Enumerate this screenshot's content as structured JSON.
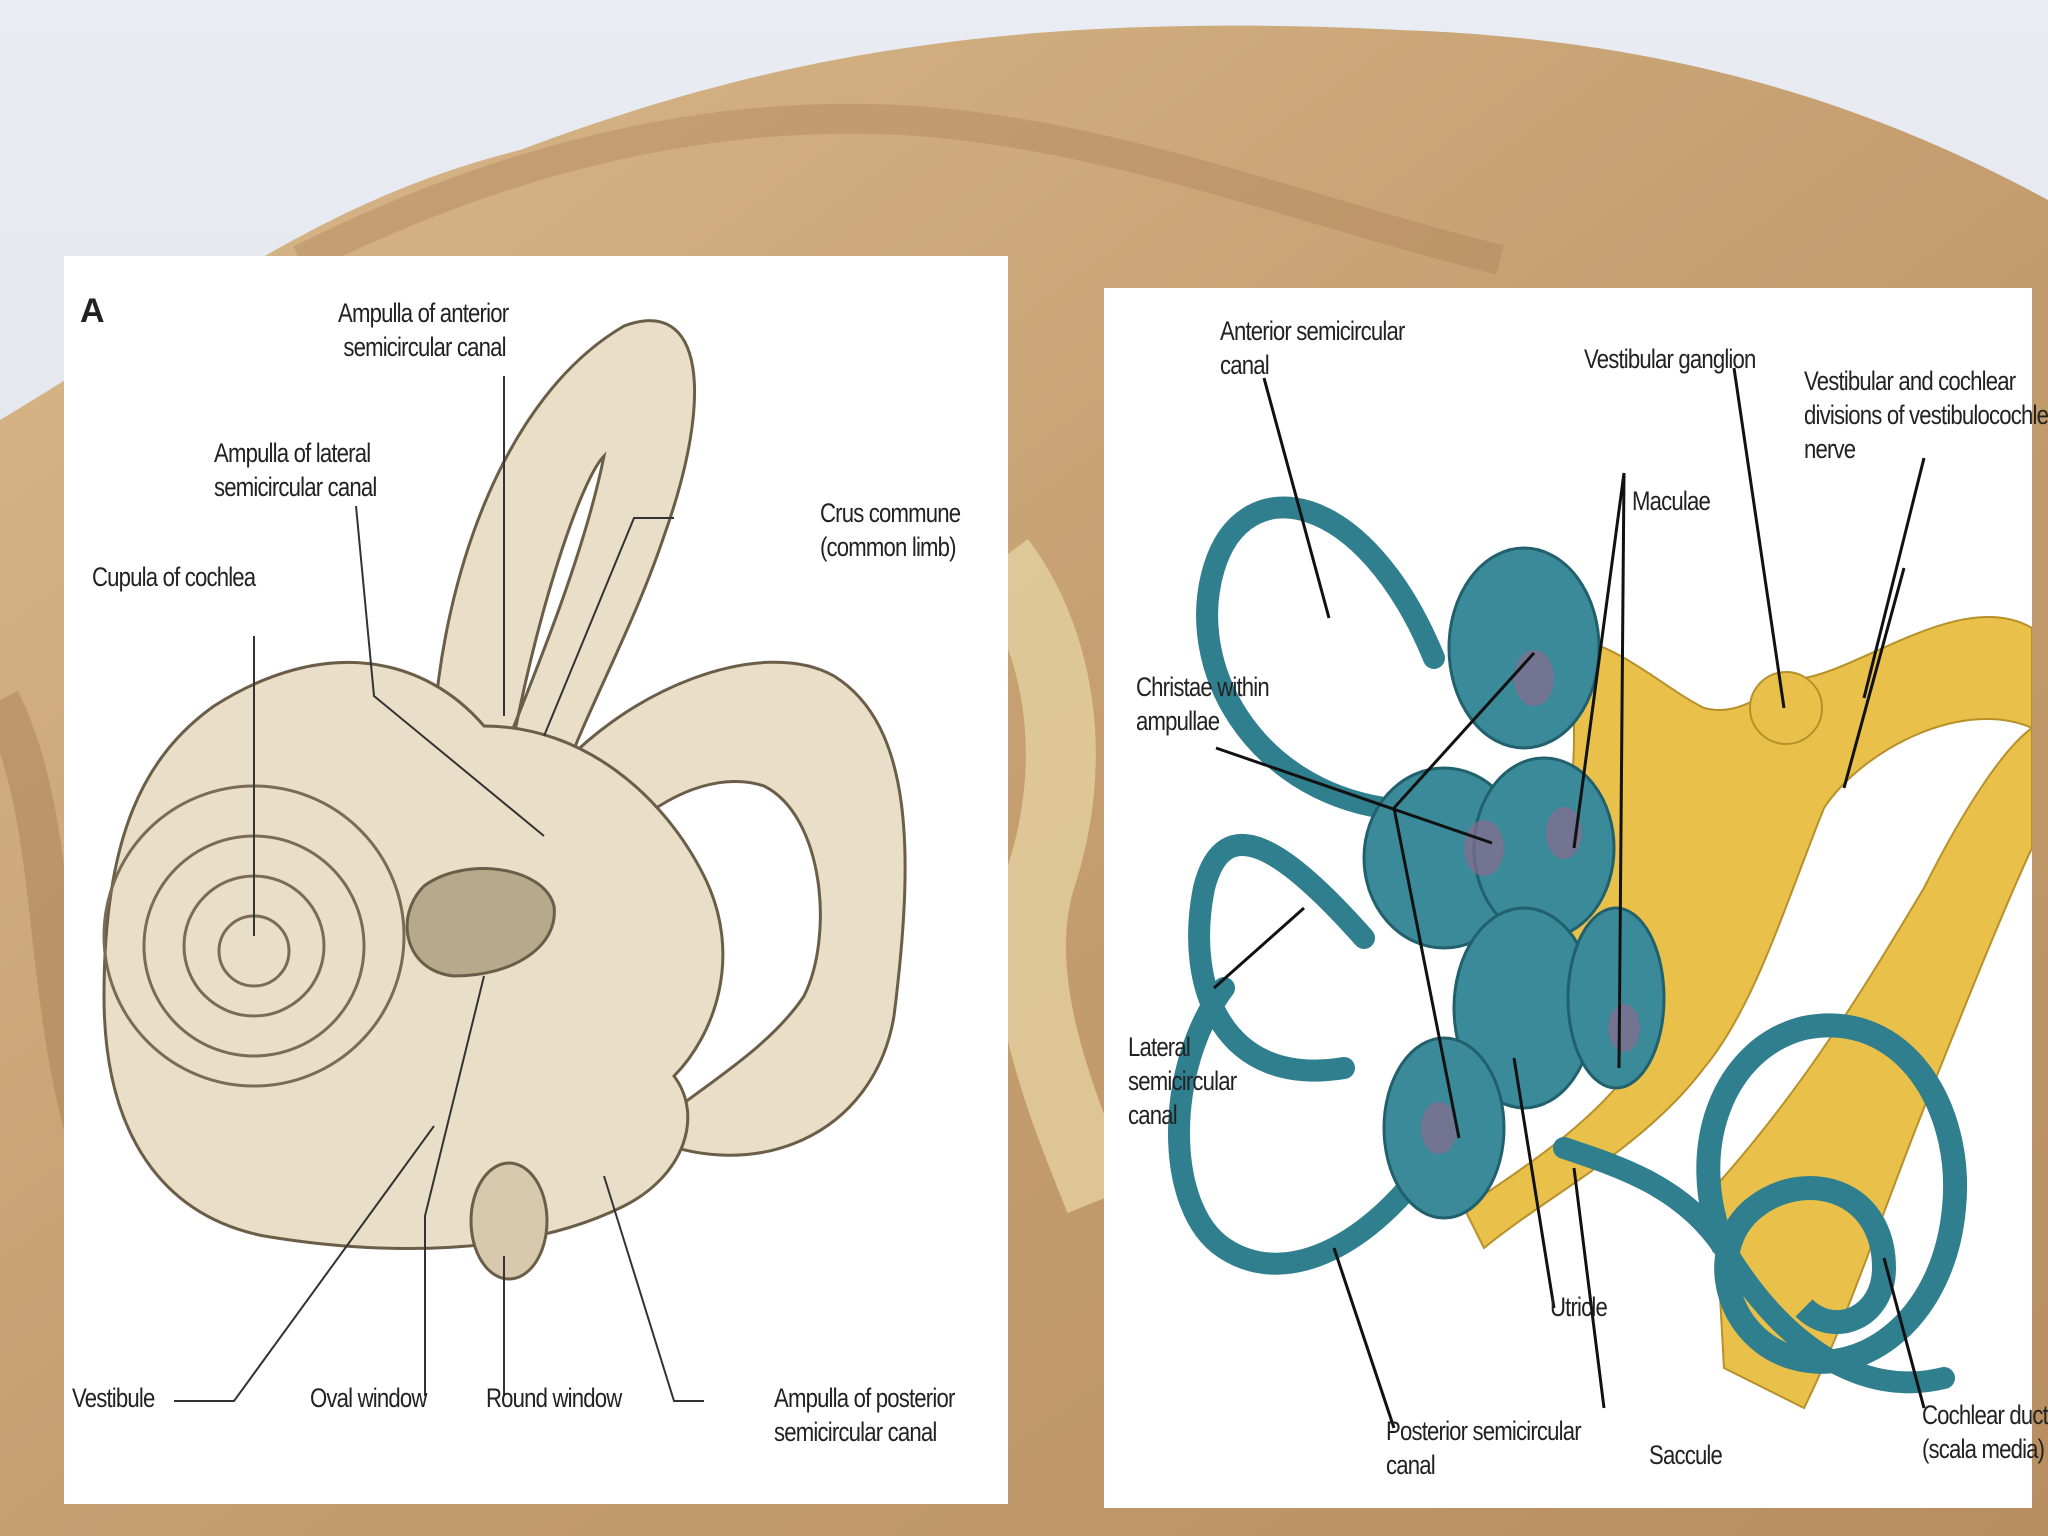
{
  "panel_a": {
    "letter": "A",
    "labels": {
      "ampulla_anterior": "Ampulla of anterior\n semicircular canal",
      "ampulla_lateral": "Ampulla of lateral\nsemicircular canal",
      "cupula_cochlea": "Cupula of cochlea",
      "crus_commune": "Crus commune\n(common limb)",
      "vestibule": "Vestibule",
      "oval_window": "Oval window",
      "round_window": "Round window",
      "ampulla_posterior": "Ampulla of posterior\nsemicircular canal"
    }
  },
  "panel_b": {
    "labels": {
      "anterior_canal": "Anterior semicircular\ncanal",
      "vestibular_ganglion": "Vestibular ganglion",
      "vestibular_cochlear_divisions": "Vestibular and cochlear\ndivisions of vestibulocochlear\nnerve",
      "maculae": "Maculae",
      "christae": "Christae within\nampullae",
      "lateral_canal": "Lateral\nsemicircular\ncanal",
      "utricle": "Utricle",
      "posterior_canal": "Posterior semicircular\ncanal",
      "saccule": "Saccule",
      "cochlear_duct": "Cochlear duct\n(scala media)"
    }
  },
  "colors": {
    "bone": "#e8dcc4",
    "bone_outline": "#6b5e48",
    "membrane": "#2f7f8f",
    "nerve": "#e8c04a",
    "background_rock": "#c9a77a"
  }
}
